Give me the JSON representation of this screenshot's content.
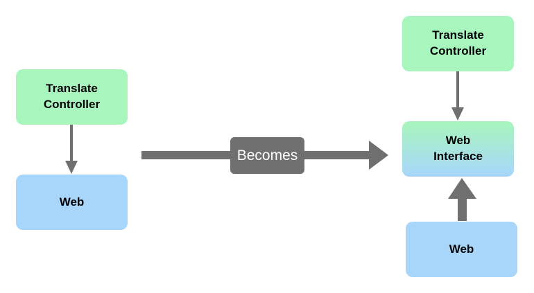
{
  "left_group": {
    "controller_label": "Translate\nController",
    "web_label": "Web"
  },
  "transition": {
    "label": "Becomes"
  },
  "right_group": {
    "controller_label": "Translate\nController",
    "interface_label": "Web\nInterface",
    "web_label": "Web"
  },
  "colors": {
    "controller": "#a8f5bd",
    "web": "#a8d6fb",
    "arrow": "#6f6f6f",
    "label_bg": "#707070",
    "label_text": "#ffffff"
  }
}
